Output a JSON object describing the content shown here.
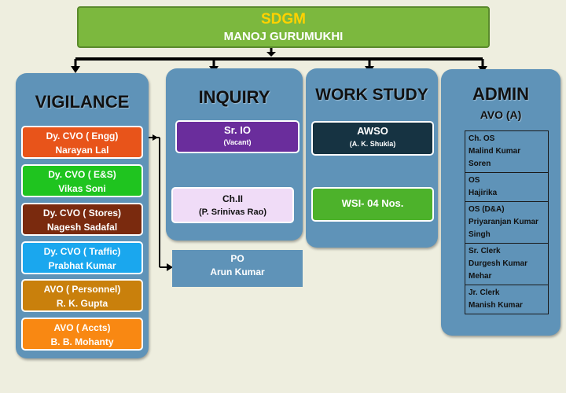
{
  "top": {
    "title": "SDGM",
    "name": "MANOJ GURUMUKHI"
  },
  "vigilance": {
    "title": "VIGILANCE",
    "items": [
      {
        "role": "Dy. CVO ( Engg)",
        "name": "Narayan Lal",
        "color": "#e8541a"
      },
      {
        "role": "Dy. CVO ( E&S)",
        "name": "Vikas Soni",
        "color": "#1fc41f"
      },
      {
        "role": "Dy. CVO ( Stores)",
        "name": "Nagesh Sadafal",
        "color": "#7a2a0e"
      },
      {
        "role": "Dy. CVO ( Traffic)",
        "name": "Prabhat Kumar",
        "color": "#1aa7ee"
      },
      {
        "role": "AVO ( Personnel)",
        "name": "R. K. Gupta",
        "color": "#c9800c"
      },
      {
        "role": "AVO ( Accts)",
        "name": "B. B. Mohanty",
        "color": "#f98812"
      }
    ]
  },
  "inquiry": {
    "title": "INQUIRY",
    "box1": {
      "role": "Sr. IO",
      "sub": "(Vacant)",
      "color": "#6a2d9c"
    },
    "box2": {
      "role": "Ch.II",
      "sub": "(P. Srinivas Rao)",
      "color": "#f0dcf7"
    },
    "po": {
      "role": "PO",
      "name": "Arun Kumar"
    }
  },
  "work_study": {
    "title": "WORK STUDY",
    "box1": {
      "role": "AWSO",
      "sub": "(A. K. Shukla)",
      "color": "#163342"
    },
    "box2": {
      "label": "WSI- 04 Nos.",
      "color": "#4db22b"
    }
  },
  "admin": {
    "title": "ADMIN",
    "subtitle": "AVO (A)",
    "rows": [
      {
        "role": "Ch. OS",
        "name": "Malind Kumar Soren"
      },
      {
        "role": "OS",
        "name": "Hajirika"
      },
      {
        "role": "OS (D&A)",
        "name": "Priyaranjan Kumar Singh"
      },
      {
        "role": "Sr. Clerk",
        "name": "Durgesh Kumar Mehar"
      },
      {
        "role": "Jr. Clerk",
        "name": "Manish Kumar"
      }
    ]
  }
}
